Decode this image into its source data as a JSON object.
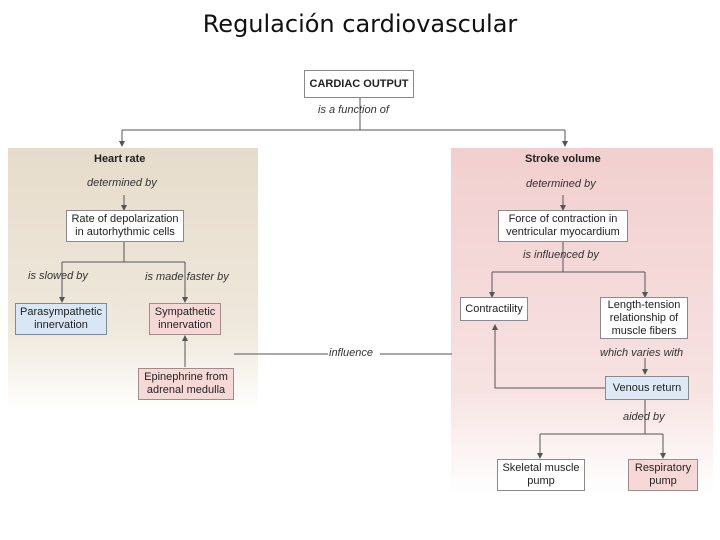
{
  "title": "Regulación cardiovascular",
  "nodes": {
    "cardiac_output": "CARDIAC OUTPUT",
    "heart_rate": "Heart rate",
    "stroke_volume": "Stroke volume",
    "depolarization": "Rate of depolarization in autorhythmic cells",
    "parasympathetic": "Parasympathetic innervation",
    "sympathetic": "Sympathetic innervation",
    "epinephrine": "Epinephrine from adrenal medulla",
    "force": "Force of contraction in ventricular myocardium",
    "contractility": "Contractility",
    "length_tension": "Length-tension relationship of muscle fibers",
    "venous_return": "Venous return",
    "skeletal": "Skeletal muscle pump",
    "respiratory": "Respiratory pump"
  },
  "labels": {
    "function_of": "is a function of",
    "determined_by_left": "determined by",
    "determined_by_right": "determined by",
    "slowed_by": "is slowed by",
    "faster_by": "is made faster by",
    "influenced_by": "is influenced by",
    "influence": "influence",
    "varies_with": "which varies with",
    "aided_by": "aided by"
  }
}
